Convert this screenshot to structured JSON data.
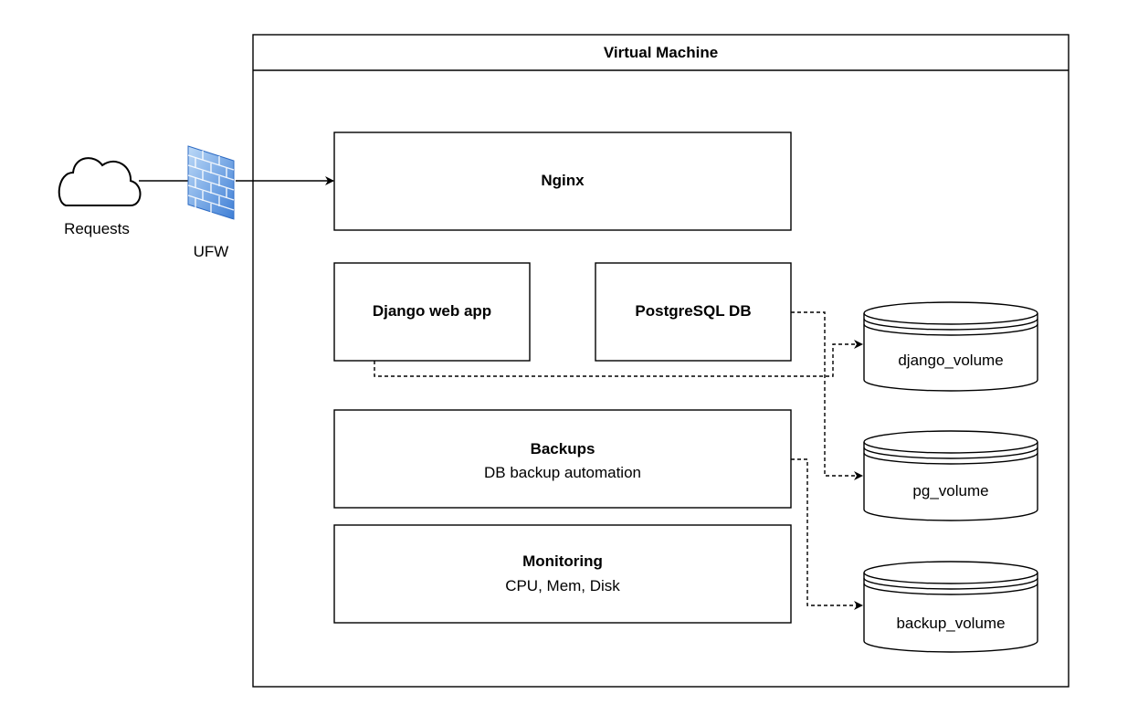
{
  "diagram": {
    "vm_title": "Virtual Machine",
    "requests_label": "Requests",
    "ufw_label": "UFW",
    "nginx_label": "Nginx",
    "django_label": "Django web app",
    "postgres_label": "PostgreSQL DB",
    "backups_title": "Backups",
    "backups_subtitle": "DB backup automation",
    "monitoring_title": "Monitoring",
    "monitoring_subtitle": "CPU, Mem, Disk",
    "volumes": [
      {
        "label": "django_volume"
      },
      {
        "label": "pg_volume"
      },
      {
        "label": "backup_volume"
      }
    ],
    "colors": {
      "stroke": "#000000",
      "firewall_light": "#a9ccf2",
      "firewall_dark": "#3f7fd6",
      "background": "#ffffff"
    }
  }
}
